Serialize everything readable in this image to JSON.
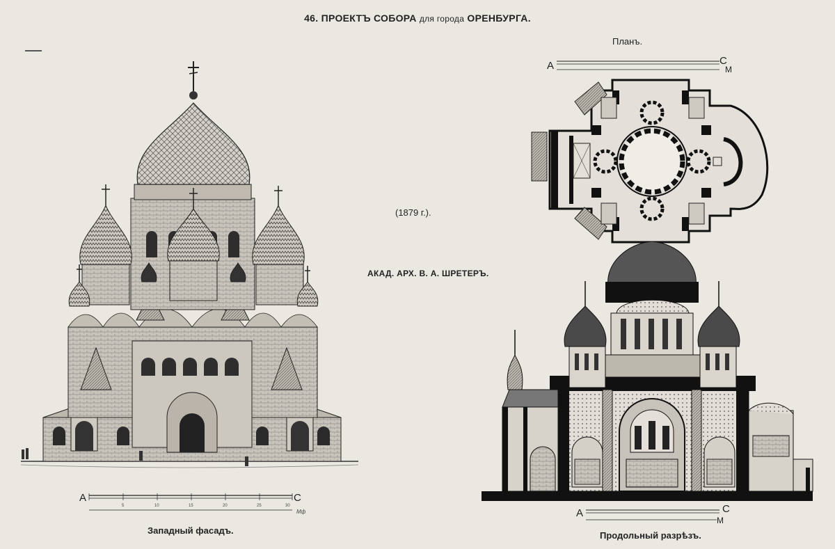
{
  "header": {
    "title_main_1": "46. ПРОЕКТЪ СОБОРА",
    "title_sub": "для города",
    "title_main_2": "ОРЕНБУРГА."
  },
  "plan": {
    "label": "Планъ."
  },
  "meta": {
    "year": "(1879 г.).",
    "author": "АКАД. АРХ. В. А. ШРЕТЕРЪ."
  },
  "facade": {
    "label": "Западный фасадъ.",
    "scale": {
      "left": "A",
      "right": "C",
      "ticks": [
        "5",
        "10",
        "15",
        "20",
        "25",
        "30"
      ],
      "signature": "Мф"
    }
  },
  "section": {
    "label": "Продольный разрѣзъ.",
    "scale": {
      "left": "A",
      "right": "C",
      "unit": "M"
    }
  },
  "plan_scale": {
    "left": "A",
    "right": "C",
    "unit": "M"
  },
  "colors": {
    "paper": "#ebe8e2",
    "ink": "#222222",
    "shade": "#555555"
  }
}
